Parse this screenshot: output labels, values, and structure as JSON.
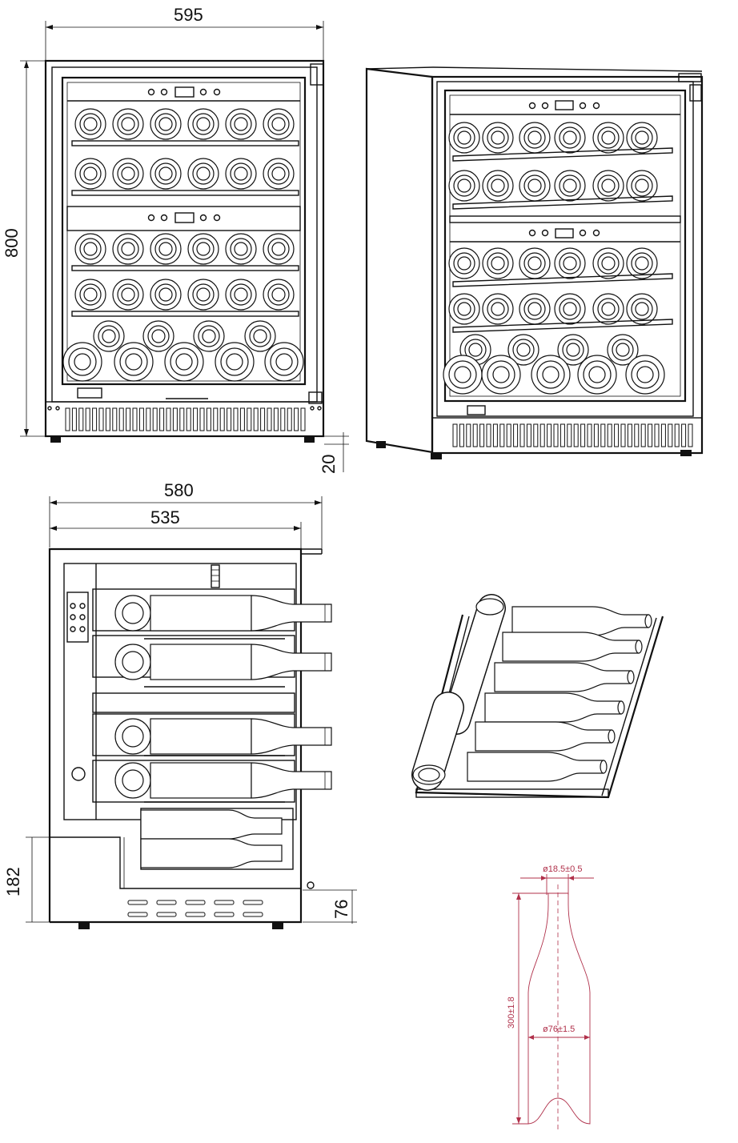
{
  "dimensions": {
    "width": "595",
    "height": "800",
    "feet": "20",
    "depth_total": "580",
    "depth_body": "535",
    "plinth_height": "182",
    "plinth_recess": "76"
  },
  "bottle_spec": {
    "neck_diameter": "ø18.5±0.5",
    "body_diameter": "ø76±1.5",
    "height": "300±1.8"
  }
}
